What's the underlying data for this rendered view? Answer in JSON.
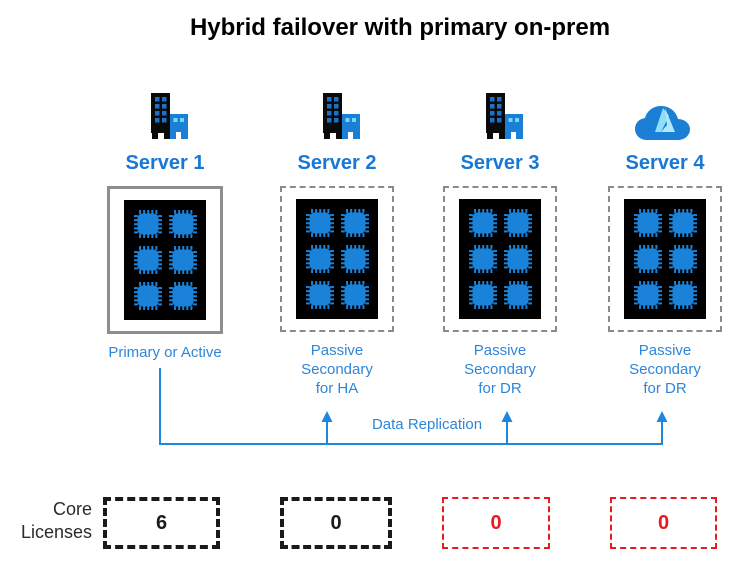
{
  "title": "Hybrid failover with primary on-prem",
  "servers": [
    {
      "name": "Server 1",
      "icon": "office-building",
      "location": "on-premises",
      "box_style": "solid",
      "role_lines": [
        "Primary or Active"
      ]
    },
    {
      "name": "Server 2",
      "icon": "office-building",
      "location": "on-premises",
      "box_style": "dashed",
      "role_lines": [
        "Passive",
        "Secondary",
        "for HA"
      ]
    },
    {
      "name": "Server 3",
      "icon": "office-building",
      "location": "on-premises",
      "box_style": "dashed",
      "role_lines": [
        "Passive",
        "Secondary",
        "for DR"
      ]
    },
    {
      "name": "Server 4",
      "icon": "azure-cloud",
      "location": "azure",
      "box_style": "dashed",
      "role_lines": [
        "Passive",
        "Secondary",
        "for DR"
      ]
    }
  ],
  "cores_per_server": 6,
  "replication": {
    "label": "Data Replication",
    "from": "Server 1",
    "to": [
      "Server 2",
      "Server 3",
      "Server 4"
    ]
  },
  "core_licenses": {
    "label": "Core Licenses",
    "values": [
      {
        "server": "Server 1",
        "value": "6",
        "color": "black"
      },
      {
        "server": "Server 2",
        "value": "0",
        "color": "black"
      },
      {
        "server": "Server 3",
        "value": "0",
        "color": "red"
      },
      {
        "server": "Server 4",
        "value": "0",
        "color": "red"
      }
    ]
  },
  "colors": {
    "server_name_blue": "#1878d4",
    "role_text_blue": "#2e86d8",
    "arrow_blue": "#1e88e0",
    "chip_blue": "#1b82d9",
    "license_black": "#1a1a1a",
    "license_red": "#e8191f",
    "box_border_gray": "#8a8a8a"
  }
}
